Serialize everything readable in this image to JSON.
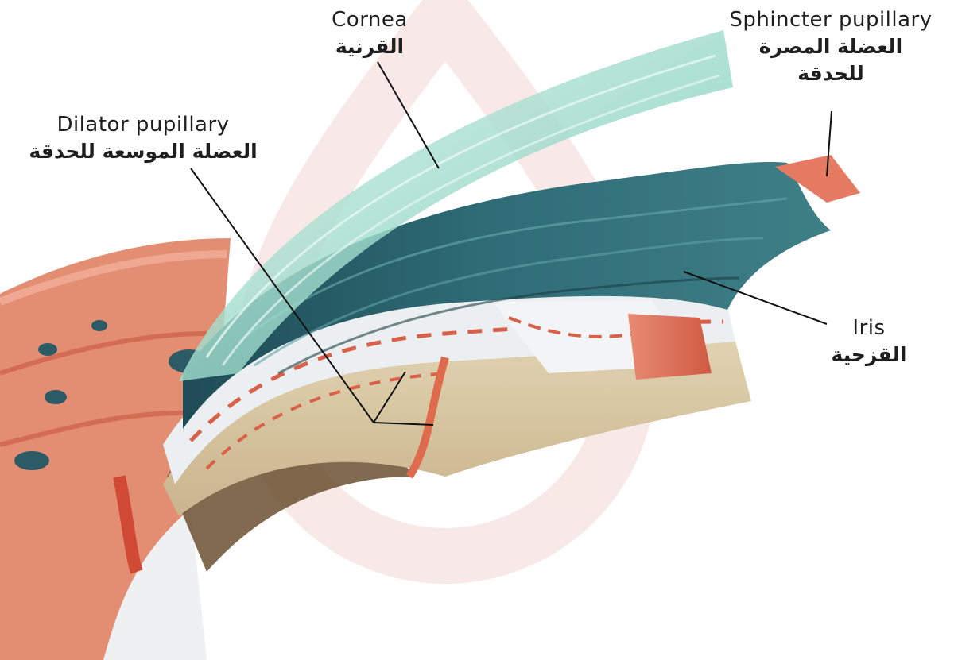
{
  "labels": {
    "cornea": {
      "en": "Cornea",
      "ar": "القرنية"
    },
    "sphincter": {
      "en": "Sphincter pupillary",
      "ar_line1": "العضلة المصرة",
      "ar_line2": "للحدقة"
    },
    "dilator": {
      "en": "Dilator pupillary",
      "ar": "العضلة الموسعة للحدقة"
    },
    "iris": {
      "en": "Iris",
      "ar": "القزحية"
    }
  },
  "colors": {
    "watermark": "#f3d6d3",
    "cornea": "#a9e2d3",
    "iris_stroma": "#2f6a72",
    "muscle": "#de6a4f",
    "connective": "#e9ecef",
    "sclera_base": "#d9c7a4",
    "leader_line": "#111111"
  }
}
